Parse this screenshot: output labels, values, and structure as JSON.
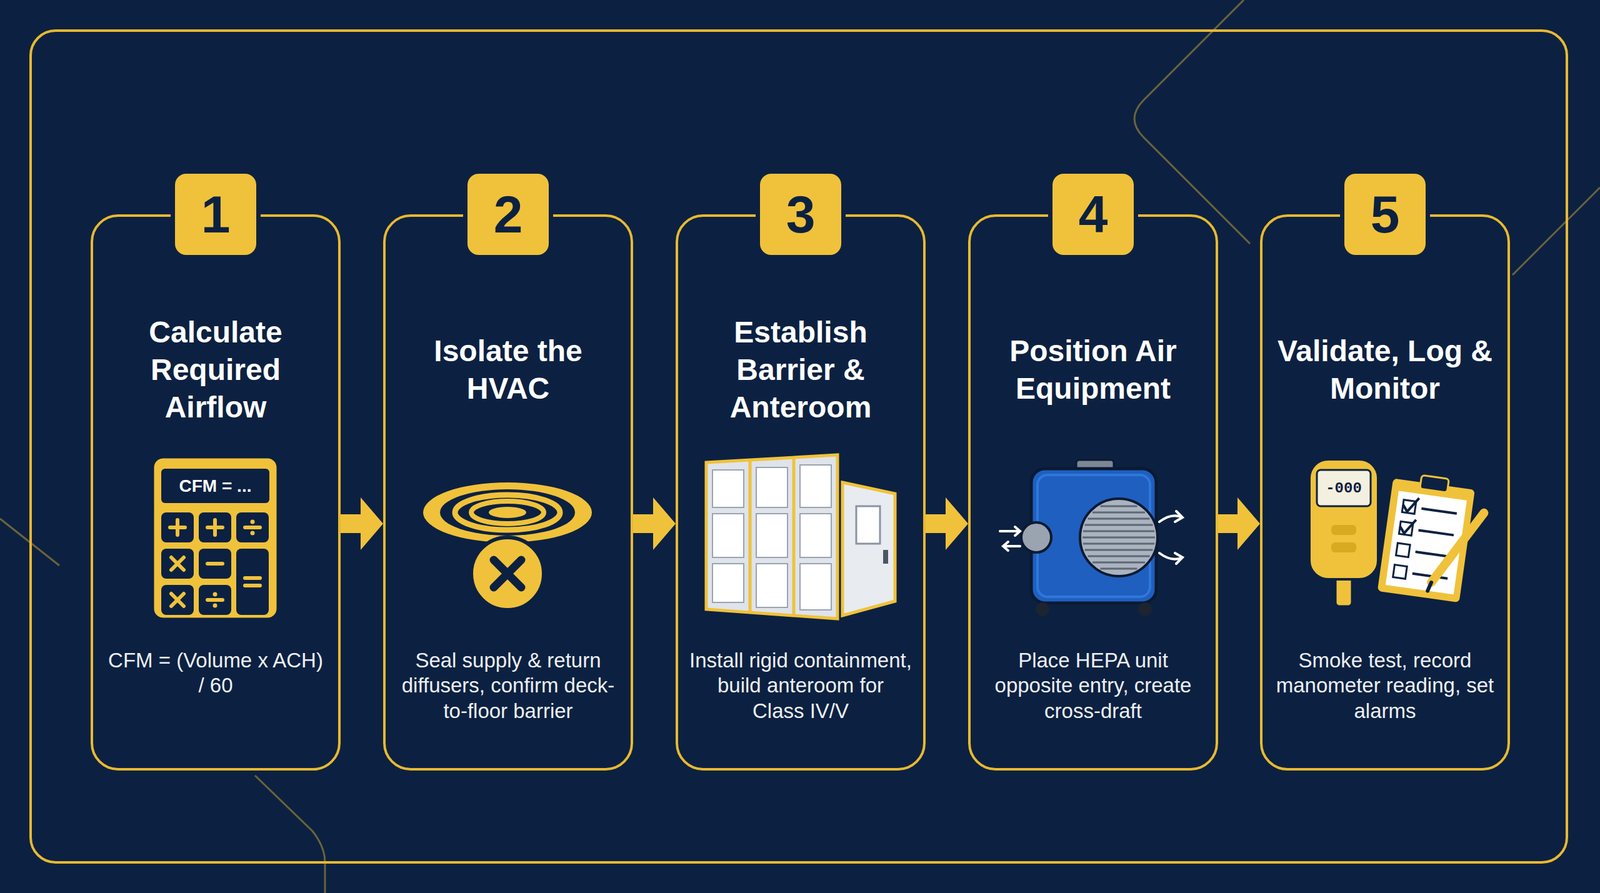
{
  "diagram": {
    "nodes": [
      {
        "text": [
          "Calculate Required Airflow",
          "CFM = (Volume x ACH) / 60"
        ]
      },
      {
        "text": [
          "1"
        ],
        "in": 0
      },
      {
        "text": [
          "Isolate the HVAC",
          "Seal supply & return diffusers, confirm deck-to-floor barrier"
        ]
      },
      {
        "text": [
          "2"
        ],
        "in": 2
      },
      {
        "text": [
          "Establish Barrier & Anteroom",
          "Install rigid containment, build anteroom for Class IV/V"
        ]
      },
      {
        "text": [
          "3"
        ],
        "in": 4
      },
      {
        "text": [
          "Position Air Equipment",
          "Place HEPA unit opposite entry, create cross-draft"
        ]
      },
      {
        "text": [
          "4"
        ],
        "in": 6
      },
      {
        "text": [
          "Validate, Log & Monitor",
          "Smoke test, record manometer reading, set alarms"
        ]
      },
      {
        "text": [
          "5"
        ],
        "in": 8
      }
    ],
    "edges": [
      {
        "from": 0,
        "to": 2,
        "arrow": "to"
      },
      {
        "from": 2,
        "to": 4,
        "arrow": "to"
      },
      {
        "from": 4,
        "to": 6,
        "arrow": "to"
      },
      {
        "from": 6,
        "to": 8,
        "arrow": "to"
      }
    ],
    "labels": [
      "CFM = ...",
      "-000"
    ]
  }
}
